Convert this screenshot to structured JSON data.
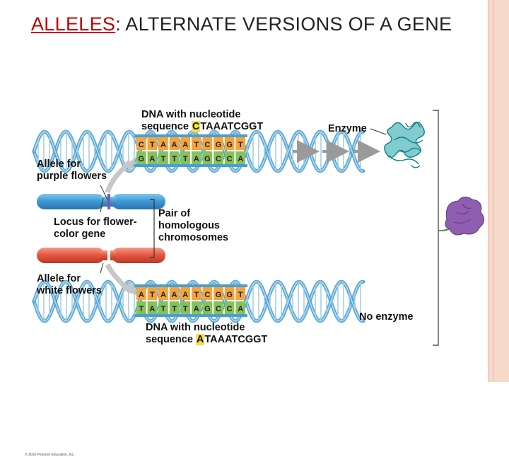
{
  "title": {
    "highlight": "ALLELES",
    "rest": ": ALTERNATE VERSIONS OF A GENE"
  },
  "diagram": {
    "top_dna_label_line1": "DNA with nucleotide",
    "top_dna_label_prefix": "sequence ",
    "top_dna_first_base": "C",
    "top_dna_rest": "TAAATCGGT",
    "bottom_dna_label_line1": "DNA with nucleotide",
    "bottom_dna_label_prefix": "sequence ",
    "bottom_dna_first_base": "A",
    "bottom_dna_rest": "TAAATCGGT",
    "top_strand_1": [
      "C",
      "T",
      "A",
      "A",
      "A",
      "T",
      "C",
      "G",
      "G",
      "T"
    ],
    "top_strand_2": [
      "G",
      "A",
      "T",
      "T",
      "T",
      "A",
      "G",
      "C",
      "C",
      "A"
    ],
    "bottom_strand_1": [
      "A",
      "T",
      "A",
      "A",
      "A",
      "T",
      "C",
      "G",
      "G",
      "T"
    ],
    "bottom_strand_2": [
      "T",
      "A",
      "T",
      "T",
      "T",
      "A",
      "G",
      "C",
      "C",
      "A"
    ],
    "allele_purple": "Allele for\npurple flowers",
    "locus": "Locus for flower-\ncolor gene",
    "homologous": "Pair of\nhomologous\nchromosomes",
    "allele_white": "Allele for\nwhite flowers",
    "enzyme": "Enzyme",
    "no_enzyme": "No enzyme",
    "copyright": "© 2010 Pearson Education, Inc."
  },
  "colors": {
    "title_highlight": "#c00000",
    "helix_blue": "#4a9fd0",
    "base_orange": "#f4a43a",
    "base_green": "#86c25a",
    "chrom_blue": "#4aa6dd",
    "chrom_red": "#e8604a",
    "arrow_gray": "#9a9a9a",
    "enzyme_teal": "#1aa3a8",
    "flower_purple": "#8e5fb0",
    "highlight_yellow": "#f5e04c",
    "border_peach": "#f7d9c9"
  }
}
